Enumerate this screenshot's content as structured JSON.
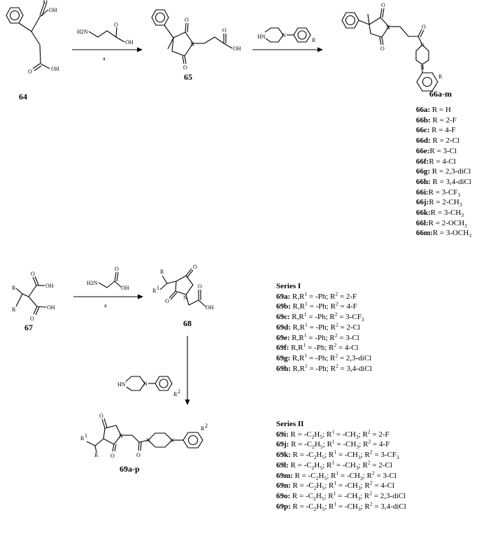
{
  "compounds": {
    "c64": "64",
    "c65": "65",
    "c66": "66a-m",
    "c67": "67",
    "c68": "68",
    "c69": "69a-p"
  },
  "reagents": {
    "step_a_1": "a",
    "step_a_2": "a"
  },
  "atoms": {
    "OH": "OH",
    "O": "O",
    "N": "N",
    "HN": "HN",
    "H2N": "H2N",
    "R": "R",
    "R1": "R",
    "R1_sup": "1",
    "R2_sup": "2"
  },
  "series_66": [
    {
      "id": "66a:",
      "text": " R = H"
    },
    {
      "id": "66b:",
      "text": " R = 2-F"
    },
    {
      "id": "66c:",
      "text": " R = 4-F"
    },
    {
      "id": "66d:",
      "text": " R = 2-Cl"
    },
    {
      "id": "66e:",
      "text": "R = 3-Cl"
    },
    {
      "id": "66f:",
      "text": "R = 4-Cl"
    },
    {
      "id": "66g:",
      "text": " R = 2,3-diCl"
    },
    {
      "id": "66h:",
      "text": " R = 3,4-diCl"
    },
    {
      "id": "66i:",
      "text": "R = 3-CF",
      "sub": "3"
    },
    {
      "id": "66j:",
      "text": "R = 2-CH",
      "sub": "3"
    },
    {
      "id": "66k:",
      "text": "R = 3-CH",
      "sub": "3"
    },
    {
      "id": "66l:",
      "text": "R = 2-OCH",
      "sub": "3"
    },
    {
      "id": "66m:",
      "text": "R = 3-OCH",
      "sub": "3"
    }
  ],
  "series_I": {
    "title": "Series I",
    "items": [
      {
        "id": "69a:",
        "r": " R,R",
        "r2": "2-F"
      },
      {
        "id": "69b:",
        "r": " R,R",
        "r2": "4-F"
      },
      {
        "id": "69c:",
        "r": " R,R",
        "r2": "3-CF",
        "r2sub": "3"
      },
      {
        "id": "69d:",
        "r": " R,R",
        "r2": "2-Cl"
      },
      {
        "id": "69e:",
        "r": " R,R",
        "r2": "3-Cl"
      },
      {
        "id": "69f:",
        "r": " R,R",
        "r2": "4-Cl"
      },
      {
        "id": "69g:",
        "r": " R,R",
        "r2": "2,3-diCl"
      },
      {
        "id": "69h:",
        "r": " R,R",
        "r2": "3,4-diCl"
      }
    ],
    "r1_value": " = -Ph; R",
    "eq": " = "
  },
  "series_II": {
    "title": "Series II",
    "items": [
      {
        "id": "69i:",
        "r2": "2-F"
      },
      {
        "id": "69j:",
        "r2": "4-F"
      },
      {
        "id": "69k:",
        "r2": "3-CF",
        "r2sub": "3"
      },
      {
        "id": "69l:",
        "r2": "2-Cl"
      },
      {
        "id": "69m:",
        "r2": "3-Cl"
      },
      {
        "id": "69n:",
        "r2": "4-Cl"
      },
      {
        "id": "69o:",
        "r2": "2,3-diCl"
      },
      {
        "id": "69p:",
        "r2": "3,4-diCl"
      }
    ]
  }
}
